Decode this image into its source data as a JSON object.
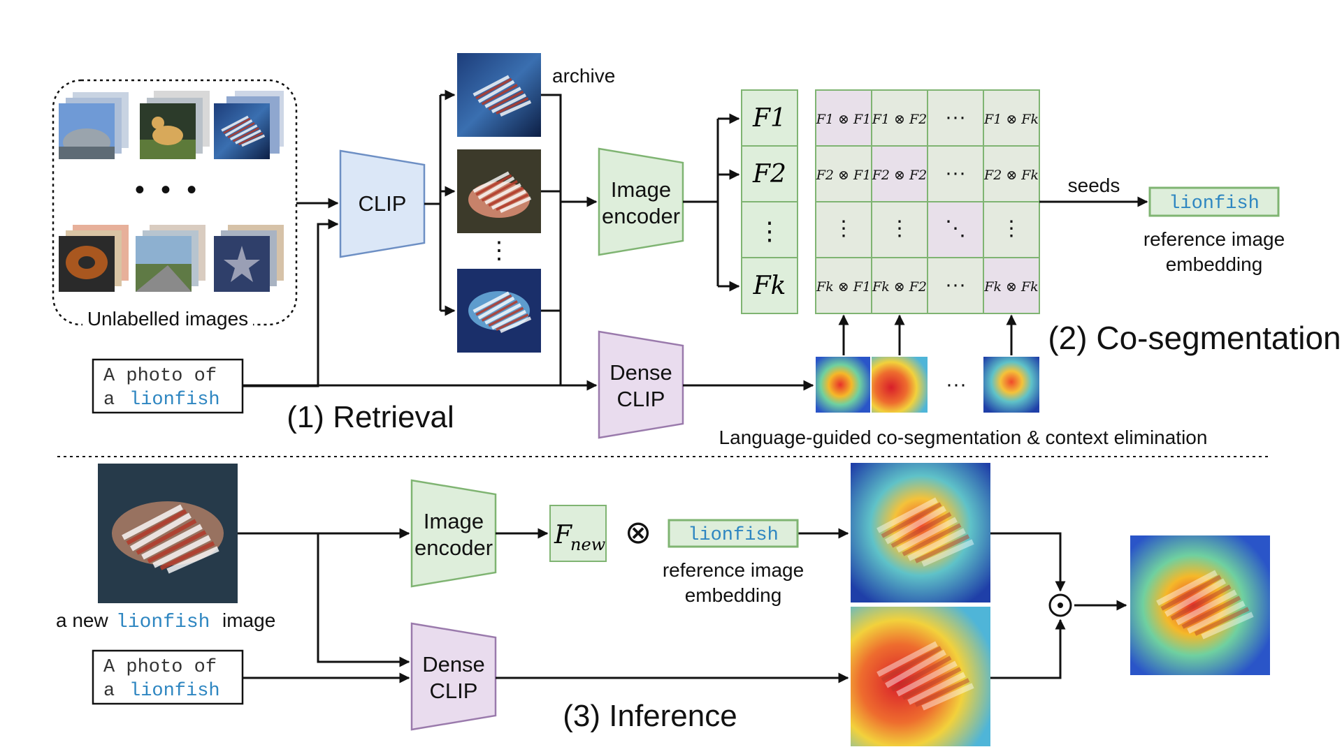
{
  "retrieval": {
    "unlabelled_caption": "Unlabelled images",
    "ellipsis": "• • •",
    "prompt_line1": "A photo of",
    "prompt_prefix2": "a",
    "prompt_class": "lionfish",
    "clip_label": "CLIP",
    "archive_label": "archive",
    "vertical_dots": "⋮",
    "step_title": "(1) Retrieval"
  },
  "cosegmentation": {
    "image_encoder_line1": "Image",
    "image_encoder_line2": "encoder",
    "dense_clip_line1": "Dense",
    "dense_clip_line2": "CLIP",
    "features": [
      "F1",
      "F2",
      "⋮",
      "Fk"
    ],
    "matrix": [
      [
        "F1 ⊗ F1",
        "F1 ⊗ F2",
        "···",
        "F1 ⊗ Fk"
      ],
      [
        "F2 ⊗ F1",
        "F2 ⊗ F2",
        "···",
        "F2 ⊗ Fk"
      ],
      [
        "⋮",
        "⋮",
        "⋱",
        "⋮"
      ],
      [
        "Fk ⊗ F1",
        "Fk ⊗ F2",
        "···",
        "Fk ⊗ Fk"
      ]
    ],
    "heatmap_dots": "···",
    "seeds_label": "seeds",
    "embedding_token": "lionfish",
    "embedding_caption_line1": "reference image",
    "embedding_caption_line2": "embedding",
    "step_title": "(2) Co-segmentation",
    "bottom_caption": "Language-guided co-segmentation & context elimination"
  },
  "inference": {
    "new_image_prefix": "a new",
    "new_image_class": "lionfish",
    "new_image_suffix": "image",
    "prompt_line1": "A photo of",
    "prompt_prefix2": "a",
    "prompt_class": "lionfish",
    "image_encoder_line1": "Image",
    "image_encoder_line2": "encoder",
    "dense_clip_line1": "Dense",
    "dense_clip_line2": "CLIP",
    "fnew_base": "F",
    "fnew_sub": "new",
    "otimes": "⊗",
    "embedding_token": "lionfish",
    "embedding_caption_line1": "reference image",
    "embedding_caption_line2": "embedding",
    "odot": "⊙",
    "step_title": "(3) Inference"
  },
  "colors": {
    "clip_fill": "#dbe7f7",
    "clip_stroke": "#6d8fc4",
    "green_fill": "#deeedb",
    "green_stroke": "#7fb472",
    "purple_fill": "#e9dcee",
    "purple_stroke": "#9a7aac",
    "mono_blue": "#2e86c1",
    "matrix_fill": "#e4eadf",
    "matrix_diag": "#e8e0ea"
  }
}
